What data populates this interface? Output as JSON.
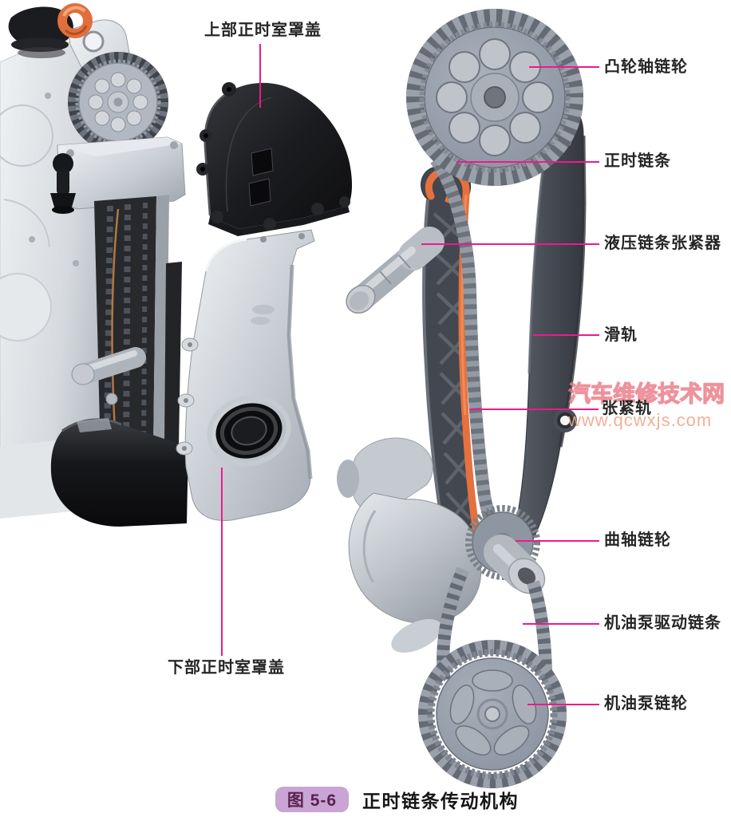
{
  "figure_caption": {
    "badge": "图 5-6",
    "title": "正时链条传动机构"
  },
  "watermark": {
    "site_name": "汽车维修技术网",
    "site_url": "www.qcwxjs.com"
  },
  "part_labels": {
    "upper_timing_cover": "上部正时室罩盖",
    "lower_timing_cover": "下部正时室罩盖",
    "camshaft_sprocket": "凸轮轴链轮",
    "timing_chain": "正时链条",
    "hydraulic_chain_tensioner": "液压链条张紧器",
    "slide_rail": "滑轨",
    "tensioning_rail": "张紧轨",
    "crankshaft_sprocket": "曲轴链轮",
    "oil_pump_drive_chain": "机油泵驱动链条",
    "oil_pump_sprocket": "机油泵链轮"
  },
  "colors": {
    "leader_line": "#ed1a8c",
    "tension_rail_orange": "#e5713e",
    "caption_badge_bg": "#c9a4d4",
    "caption_badge_text": "#5a2150",
    "watermark_outline": "#e87682",
    "watermark_url": "#f0a88c",
    "label_text": "#262626"
  }
}
